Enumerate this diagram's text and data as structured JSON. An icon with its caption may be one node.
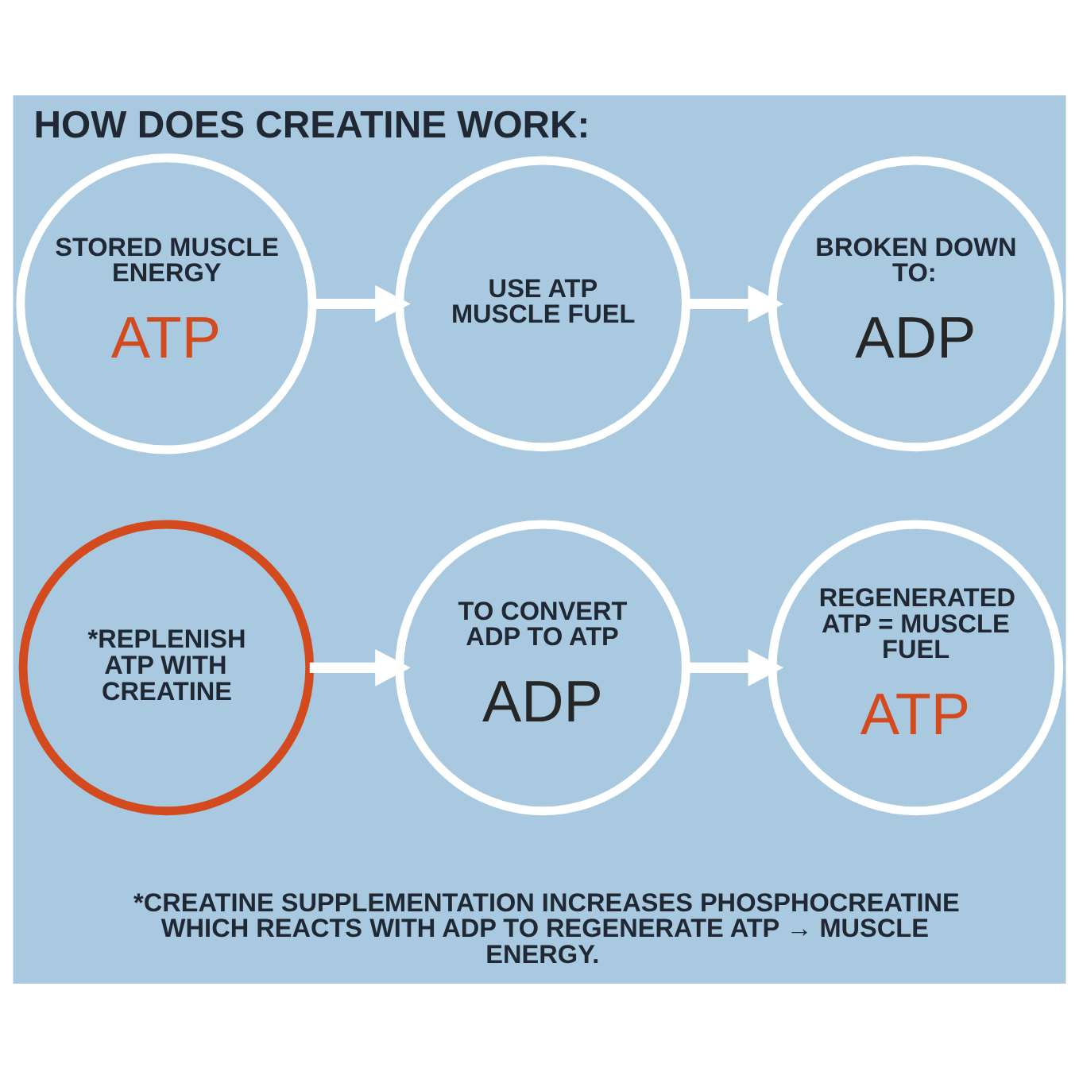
{
  "diagram": {
    "title": "HOW DOES CREATINE WORK:",
    "caption": "*CREATINE SUPPLEMENTATION INCREASES PHOSPHOCREATINE WHICH REACTS WITH ADP TO REGENERATE ATP → MUSCLE ENERGY.",
    "nodes": [
      {
        "text": [
          "STORED MUSCLE ENERGY",
          "ATP"
        ]
      },
      {
        "text": [
          "USE ATP MUSCLE FUEL"
        ]
      },
      {
        "text": [
          "BROKEN DOWN TO:",
          "ADP"
        ]
      },
      {
        "text": [
          "*REPLENISH ATP WITH CREATINE"
        ]
      },
      {
        "text": [
          "TO CONVERT ADP TO ATP",
          "ADP"
        ]
      },
      {
        "text": [
          "REGENERATED ATP = MUSCLE FUEL",
          "ATP"
        ]
      }
    ],
    "edges": [
      {
        "from": 0,
        "to": 1,
        "arrow": "to"
      },
      {
        "from": 1,
        "to": 2,
        "arrow": "to"
      },
      {
        "from": 3,
        "to": 4,
        "arrow": "to"
      },
      {
        "from": 4,
        "to": 5,
        "arrow": "to"
      }
    ]
  }
}
